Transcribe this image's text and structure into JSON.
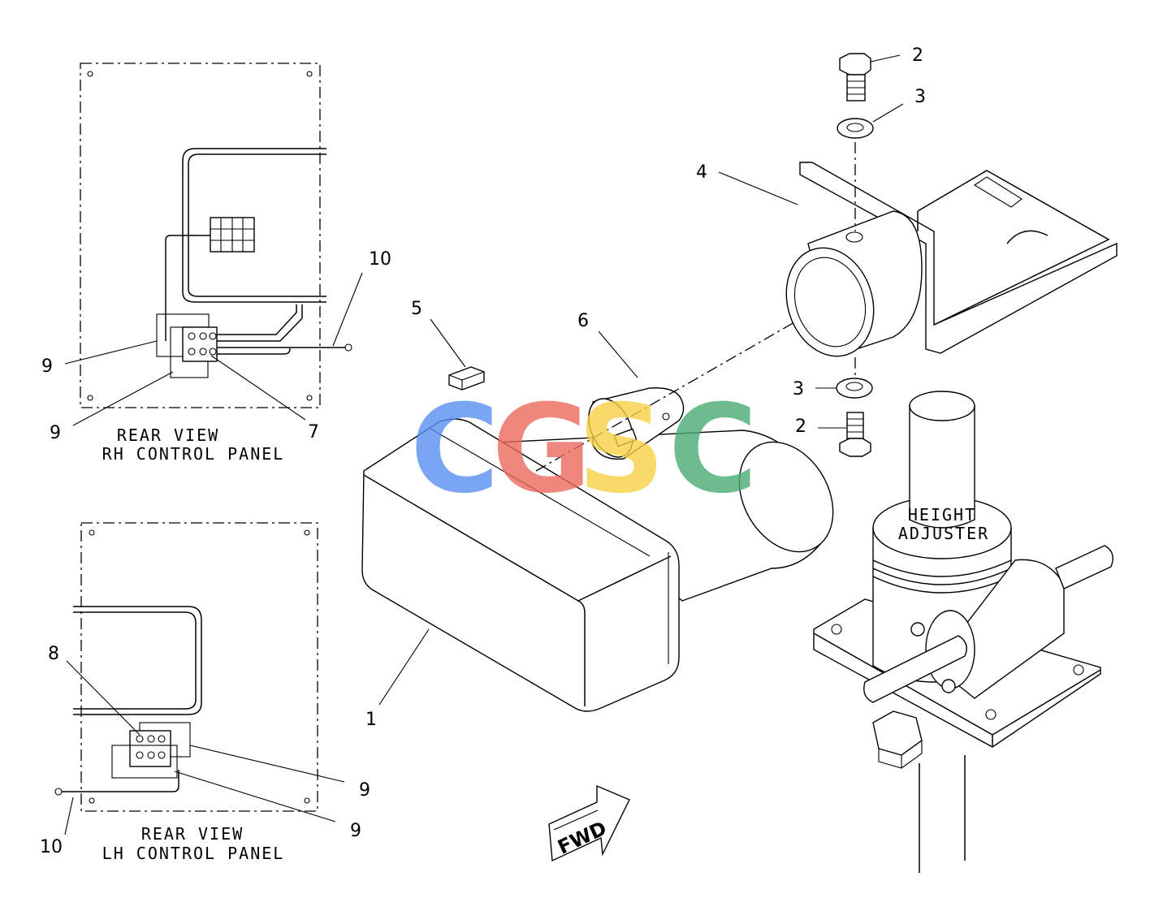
{
  "callouts": {
    "c1": "1",
    "c2a": "2",
    "c2b": "2",
    "c3a": "3",
    "c3b": "3",
    "c4": "4",
    "c5": "5",
    "c6": "6",
    "c7": "7",
    "c8": "8",
    "c9a": "9",
    "c9b": "9",
    "c9c": "9",
    "c9d": "9",
    "c10a": "10",
    "c10b": "10"
  },
  "rh_panel": {
    "line1": "REAR VIEW",
    "line2": "RH CONTROL PANEL"
  },
  "lh_panel": {
    "line1": "REAR VIEW",
    "line2": "LH CONTROL PANEL"
  },
  "height_adjuster": {
    "line1": "HEIGHT",
    "line2": "ADJUSTER"
  },
  "fwd_label": "FWD",
  "watermark": {
    "letters": [
      "C",
      "G",
      "S",
      "C"
    ],
    "colors": [
      "#5a8ff2",
      "#ec6a5e",
      "#f7d046",
      "#4bab75"
    ]
  }
}
